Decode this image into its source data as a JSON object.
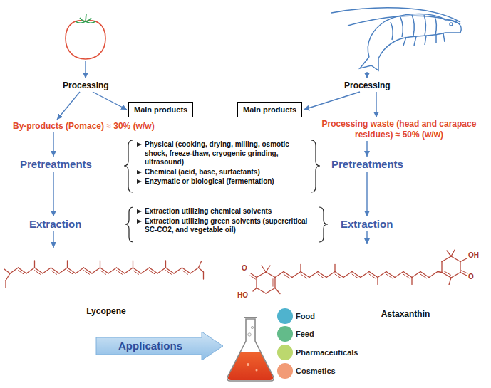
{
  "diagram": {
    "nodes": [
      {
        "text": [
          "Processing"
        ]
      },
      {
        "text": [
          "Processing"
        ]
      },
      {
        "text": [
          "Main products"
        ]
      },
      {
        "text": [
          "Main products"
        ]
      },
      {
        "text": [
          "By-products (Pomace) ≈ 30% (w/w)"
        ]
      },
      {
        "text": [
          "Processing waste (head and carapace residues) ≈ 50% (w/w)"
        ]
      },
      {
        "text": [
          "Pretreatments"
        ]
      },
      {
        "text": [
          "Physical (cooking, drying, milling, osmotic shock, freeze-thaw, cryogenic grinding, ultrasound)",
          "Chemical (acid, base, surfactants)",
          "Enzymatic or biological (fermentation)"
        ]
      },
      {
        "text": [
          "Pretreatments"
        ]
      },
      {
        "text": [
          "Extraction"
        ]
      },
      {
        "text": [
          "Extraction utilizing chemical solvents",
          "Extraction utilizing green solvents (supercritical SC-CO2, and vegetable oil)"
        ]
      },
      {
        "text": [
          "Extraction"
        ]
      },
      {
        "text": [
          "Lycopene"
        ]
      },
      {
        "text": [
          "Astaxanthin"
        ]
      },
      {
        "text": [
          "Applications"
        ]
      },
      {
        "text": [
          "Food"
        ]
      },
      {
        "text": [
          "Feed"
        ]
      },
      {
        "text": [
          "Pharmaceuticals"
        ]
      },
      {
        "text": [
          "Cosmetics"
        ]
      }
    ],
    "edges": [
      {
        "from": 0,
        "to": 2,
        "arrow": "to"
      },
      {
        "from": 0,
        "to": 4,
        "arrow": "to"
      },
      {
        "from": 1,
        "to": 3,
        "arrow": "to"
      },
      {
        "from": 1,
        "to": 5,
        "arrow": "to"
      },
      {
        "from": 4,
        "to": 6,
        "arrow": "to"
      },
      {
        "from": 5,
        "to": 8,
        "arrow": "to"
      },
      {
        "from": 6,
        "to": 9,
        "arrow": "to"
      },
      {
        "from": 8,
        "to": 11,
        "arrow": "to"
      },
      {
        "from": 9,
        "to": 12,
        "arrow": "to"
      },
      {
        "from": 11,
        "to": 13,
        "arrow": "to"
      }
    ],
    "labels": [
      "O",
      "HO",
      "OH",
      "O"
    ]
  }
}
